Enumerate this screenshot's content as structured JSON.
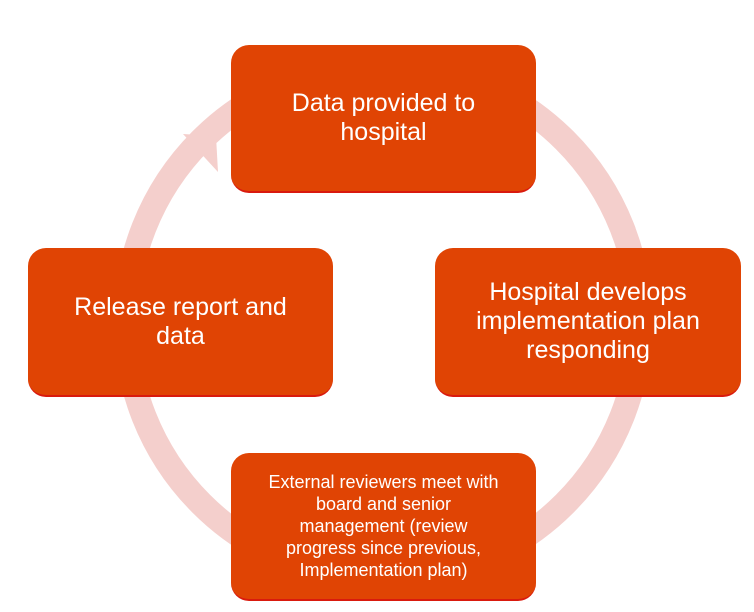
{
  "diagram": {
    "type": "cycle",
    "colors": {
      "node_fill": "#e04404",
      "node_border": "#d91a0e",
      "arrow_ring": "#f4cfcc",
      "text": "#ffffff",
      "background": "#ffffff"
    },
    "direction": "clockwise",
    "nodes": [
      {
        "id": "top",
        "label": "Data provided to\nhospital"
      },
      {
        "id": "right",
        "label": "Hospital develops\nimplementation plan\nresponding"
      },
      {
        "id": "bottom",
        "label": "External reviewers meet with\nboard and senior\nmanagement (review\nprogress since previous,\nImplementation plan)"
      },
      {
        "id": "left",
        "label": "Release report and\ndata"
      }
    ],
    "arrow": {
      "label": "cycle-arrow",
      "points_to": "top"
    }
  }
}
